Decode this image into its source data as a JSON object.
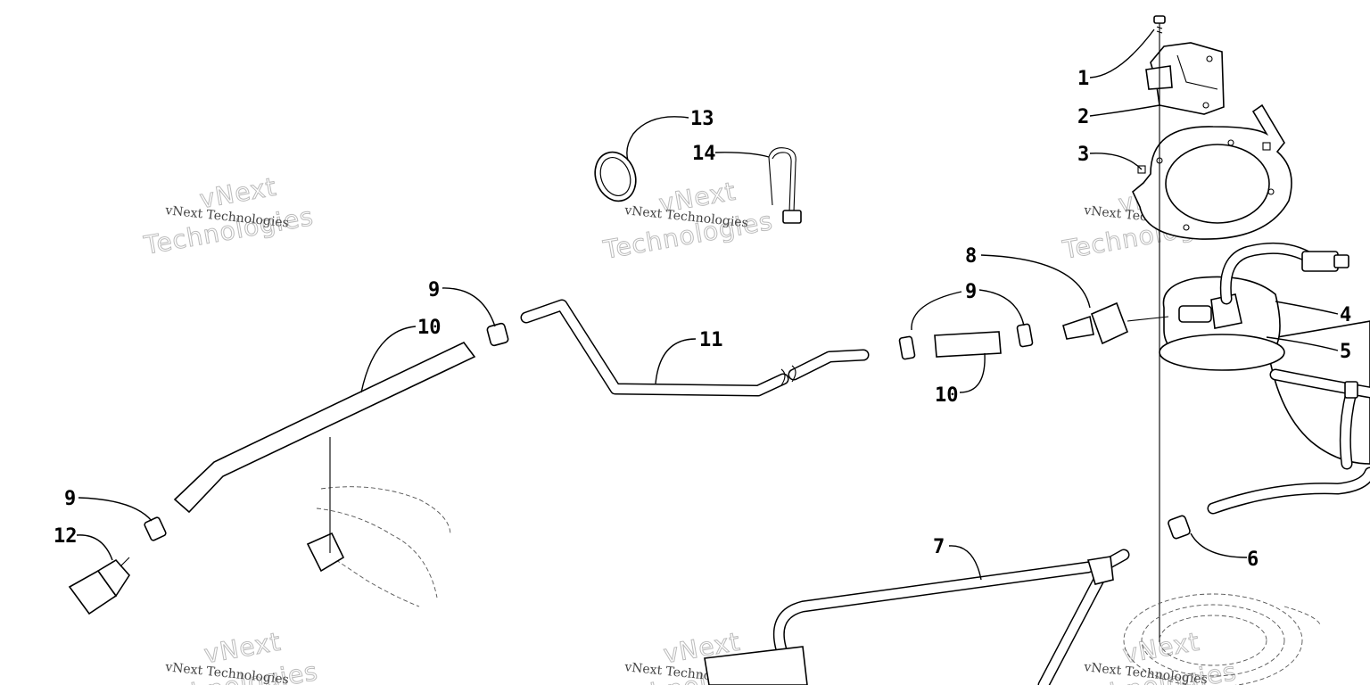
{
  "watermark": {
    "line1": "vNext Technologies",
    "outline_top": "vNext",
    "outline_bottom": "Technologies",
    "color": "#bbbbbb"
  },
  "callouts": {
    "c1": "1",
    "c2": "2",
    "c3": "3",
    "c4": "4",
    "c5": "5",
    "c6": "6",
    "c7": "7",
    "c8": "8",
    "c9a": "9",
    "c9b": "9",
    "c9c": "9",
    "c10a": "10",
    "c10b": "10",
    "c11": "11",
    "c12": "12",
    "c13": "13",
    "c14": "14"
  },
  "colors": {
    "ink": "#000000",
    "background": "#ffffff"
  }
}
